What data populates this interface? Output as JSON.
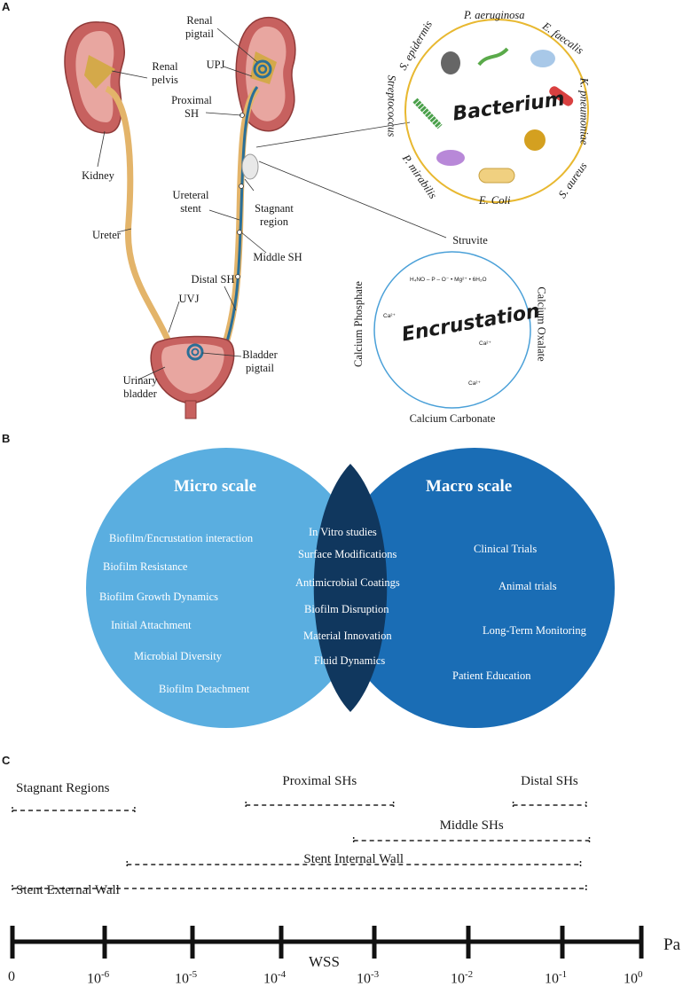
{
  "panels": {
    "a": "A",
    "b": "B",
    "c": "C"
  },
  "anatomy": {
    "renal_pelvis": [
      "Renal",
      "pelvis"
    ],
    "renal_pigtail": [
      "Renal",
      "pigtail"
    ],
    "upj": "UPJ",
    "proximal_sh": [
      "Proximal",
      "SH"
    ],
    "kidney": "Kidney",
    "ureteral_stent": [
      "Ureteral",
      "stent"
    ],
    "stagnant_region": [
      "Stagnant",
      "region"
    ],
    "ureter": "Ureter",
    "middle_sh": "Middle SH",
    "distal_sh": "Distal SH",
    "uvj": "UVJ",
    "urinary_bladder": [
      "Urinary",
      "bladder"
    ],
    "bladder_pigtail": [
      "Bladder",
      "pigtail"
    ]
  },
  "bacterium": {
    "title": "Bacterium",
    "organisms": [
      "P. aeruginosa",
      "E. faecalis",
      "K. pneumoniae",
      "S. aureus",
      "E. Coli",
      "P. mirabilis",
      "Streptococcus",
      "S. epidermis"
    ]
  },
  "encrustation": {
    "title": "Encrustation",
    "struvite": "Struvite",
    "calcium_phosphate": "Calcium Phosphate",
    "calcium_oxalate": "Calcium Oxalate",
    "calcium_carbonate": "Calcium Carbonate",
    "formula_struvite": "H₄NO – P – O⁻   •  Mg²⁺  •  6H₂O",
    "ca": "Ca²⁺"
  },
  "venn": {
    "micro_title": "Micro scale",
    "macro_title": "Macro scale",
    "micro_items": [
      "Biofilm/Encrustation interaction",
      "Biofilm Resistance",
      "Biofilm Growth Dynamics",
      "Initial Attachment",
      "Microbial Diversity",
      "Biofilm Detachment"
    ],
    "overlap_items": [
      "In Vitro studies",
      "Surface Modifications",
      "Antimicrobial Coatings",
      "Biofilm Disruption",
      "Material Innovation",
      "Fluid Dynamics"
    ],
    "macro_items": [
      "Clinical Trials",
      "Animal trials",
      "Long-Term Monitoring",
      "Patient Education"
    ],
    "colors": {
      "micro": "#5aaee0",
      "macro": "#1a6db5",
      "overlap": "#10375e"
    }
  },
  "wss": {
    "axis_label": "WSS",
    "unit": "Pa",
    "ticks": [
      {
        "base": "0",
        "exp": ""
      },
      {
        "base": "10",
        "exp": "-6"
      },
      {
        "base": "10",
        "exp": "-5"
      },
      {
        "base": "10",
        "exp": "-4"
      },
      {
        "base": "10",
        "exp": "-3"
      },
      {
        "base": "10",
        "exp": "-2"
      },
      {
        "base": "10",
        "exp": "-1"
      },
      {
        "base": "10",
        "exp": "0"
      }
    ],
    "ranges": [
      {
        "label": "Stagnant Regions",
        "from": 0,
        "to": 2.2e-06
      },
      {
        "label": "Proximal SHs",
        "from": 4e-05,
        "to": 0.0016
      },
      {
        "label": "Distal SHs",
        "from": 0.03,
        "to": 0.2
      },
      {
        "label": "Middle SHs",
        "from": 0.0006,
        "to": 0.22
      },
      {
        "label": "Stent Internal Wall",
        "from": 1.8e-06,
        "to": 0.17
      },
      {
        "label": "Stent External Wall",
        "from": 0,
        "to": 0.2
      }
    ]
  }
}
